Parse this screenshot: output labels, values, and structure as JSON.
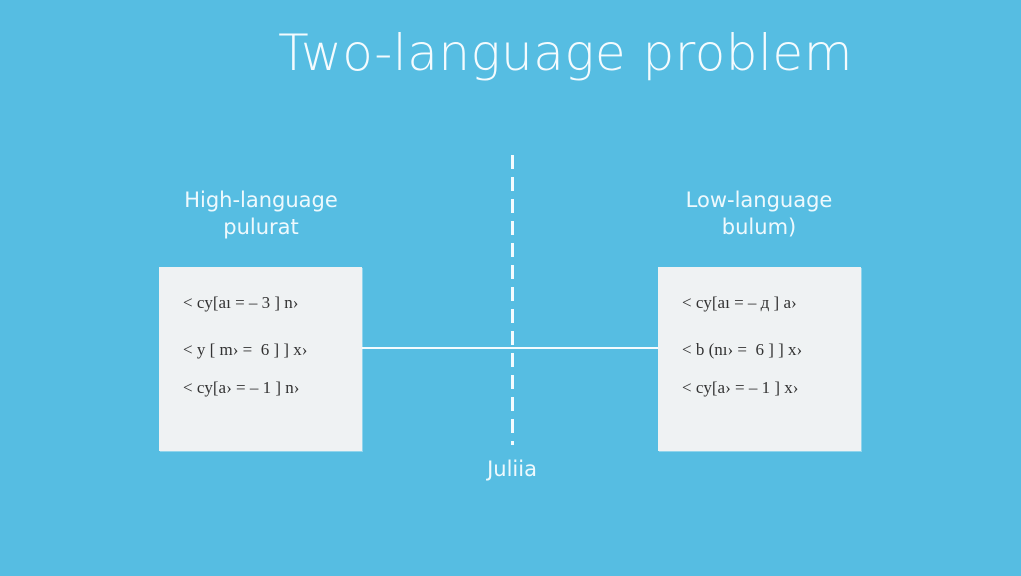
{
  "title": "Two-language problem",
  "left": {
    "label_line1": "High-language",
    "label_line2": "pulurat",
    "code_lines": [
      "< cy[aı = – 3 ] n›",
      "< y [ m› =  6 ] ] x›",
      "< cy[a› = – 1 ] n›"
    ]
  },
  "right": {
    "label_line1": "Low-language",
    "label_line2": "bulum)",
    "code_lines": [
      "< cy[aı = – д ] a›",
      "< b (nı› =  6 ] ] x›",
      "< cy[a› = – 1 ] x›"
    ]
  },
  "center": {
    "label": "Juliia"
  },
  "colors": {
    "background": "#56bde2",
    "text": "#f4fbfe",
    "box": "#eff2f3",
    "code_text": "#333333"
  }
}
